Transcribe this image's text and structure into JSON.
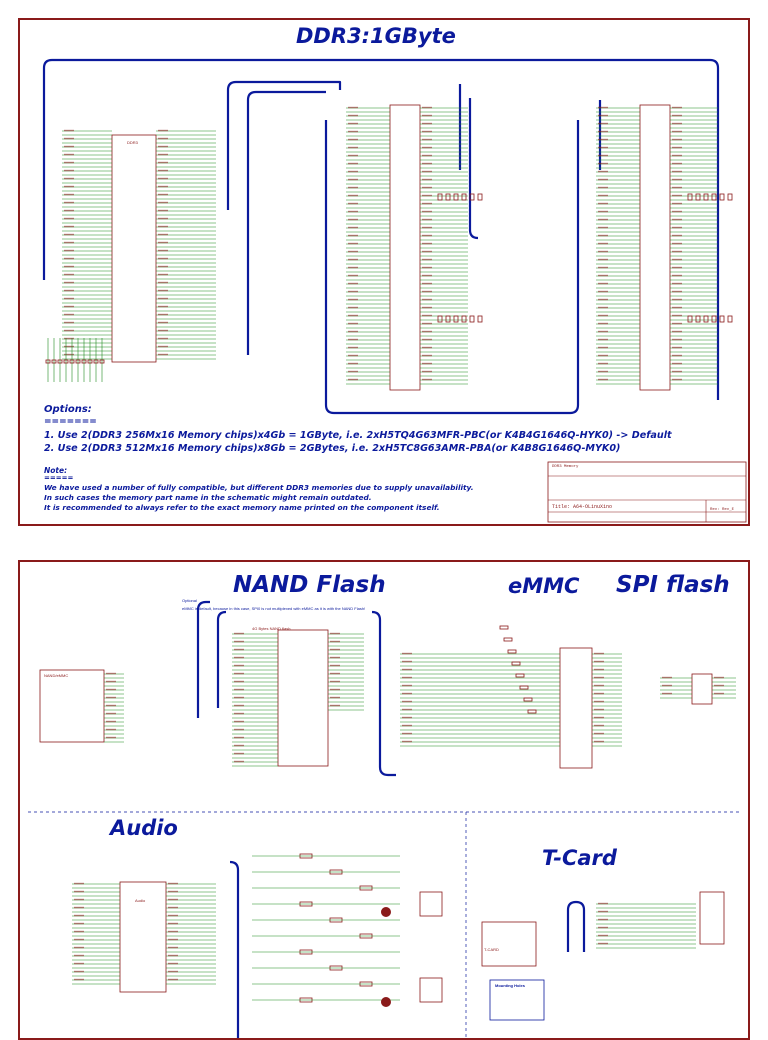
{
  "sheet1": {
    "title": "DDR3:1GByte",
    "chip_label": "DDR3",
    "options_heading": "Options:",
    "options_underline": "=======",
    "option1": "1. Use 2(DDR3 256Mx16 Memory chips)x4Gb = 1GByte, i.e. 2xH5TQ4G63MFR-PBC(or K4B4G1646Q-HYK0)  -> Default",
    "option2": "2. Use 2(DDR3 512Mx16 Memory chips)x8Gb = 2GBytes, i.e. 2xH5TC8G63AMR-PBA(or K4B8G1646Q-MYK0)",
    "note_heading": "Note:",
    "note_underline": "=====",
    "note_line1": "We have used a number of fully compatible, but different DDR3 memories due to supply unavailability.",
    "note_line2": "In such cases the memory part name in the schematic might remain outdated.",
    "note_line3": "It is recommended to always refer to the exact memory name printed on the component itself.",
    "titleblock_title": "Title: A64-OLinuXino",
    "titleblock_rev": "Rev: Rev_E",
    "titleblock_sheet": "DDR3 Memory"
  },
  "sheet2": {
    "title_nand": "NAND Flash",
    "title_emmc": "eMMC",
    "title_spi": "SPI flash",
    "title_audio": "Audio",
    "title_tcard": "T-Card",
    "nand_block_label": "NAND/eMMC",
    "nand_chip_label": "4G Bytes NAND flash",
    "audio_chip_label": "Audio",
    "tcard_chip_label": "T-CARD",
    "mounting_holes": "Mounting Holes",
    "optional_note": "Optional",
    "emmc_note": "eMMC is default, because in this case, SPI0 is not multiplexed with eMMC as it is with the NAND Flash!"
  },
  "colors": {
    "border": "#8a1a1a",
    "wire": "#1e8a1e",
    "bus": "#0b1a9c",
    "text": "#0b1a9c",
    "component": "#8a1a1a"
  }
}
